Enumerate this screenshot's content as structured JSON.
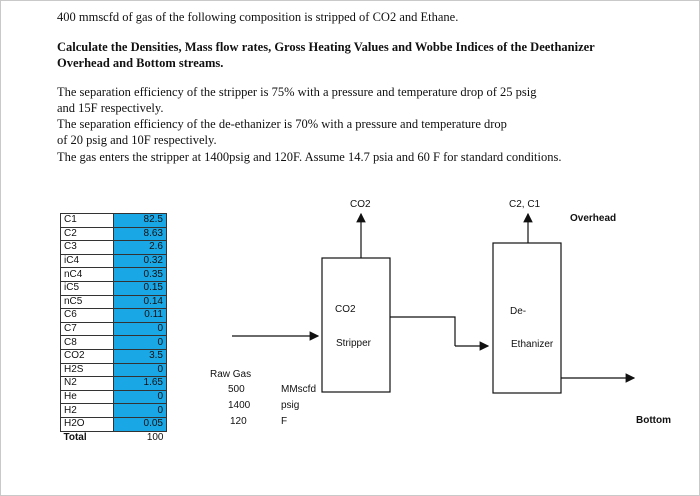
{
  "header": {
    "intro": "400 mmscfd of gas of the following composition is stripped of CO2 and Ethane.",
    "task_line1": "Calculate the Densities, Mass flow rates, Gross Heating Values and Wobbe Indices of the Deethanizer",
    "task_line2": "Overhead and Bottom streams.",
    "p1_line1": "The separation efficiency of the stripper is 75% with a pressure and temperature drop of 25 psig",
    "p1_line2": "and 15F respectively.",
    "p2_line1": "The separation efficiency of the de-ethanizer is 70% with a pressure and temperature drop",
    "p2_line2": "of 20 psig and 10F respectively.",
    "p3": "The gas enters the stripper at 1400psig and 120F. Assume 14.7 psia and 60 F for standard conditions."
  },
  "composition": {
    "rows": [
      {
        "name": "C1",
        "value": "82.5"
      },
      {
        "name": "C2",
        "value": "8.63"
      },
      {
        "name": "C3",
        "value": "2.6"
      },
      {
        "name": "iC4",
        "value": "0.32"
      },
      {
        "name": "nC4",
        "value": "0.35"
      },
      {
        "name": "iC5",
        "value": "0.15"
      },
      {
        "name": "nC5",
        "value": "0.14"
      },
      {
        "name": "C6",
        "value": "0.11"
      },
      {
        "name": "C7",
        "value": "0"
      },
      {
        "name": "C8",
        "value": "0"
      },
      {
        "name": "CO2",
        "value": "3.5"
      },
      {
        "name": "H2S",
        "value": "0"
      },
      {
        "name": "N2",
        "value": "1.65"
      },
      {
        "name": "He",
        "value": "0"
      },
      {
        "name": "H2",
        "value": "0"
      },
      {
        "name": "H2O",
        "value": "0.05"
      }
    ],
    "total_label": "Total",
    "total_value": "100",
    "highlight_color": "#1aa7e6"
  },
  "diagram": {
    "raw_gas_label": "Raw Gas",
    "flow_value": "500",
    "flow_unit": "MMscfd",
    "pressure_value": "1400",
    "pressure_unit": "psig",
    "temp_value": "120",
    "temp_unit": "F",
    "stripper_top": "CO2",
    "stripper_name_1": "CO2",
    "stripper_name_2": "Stripper",
    "deeth_top": "C2, C1",
    "deeth_name_1": "De-",
    "deeth_name_2": "Ethanizer",
    "overhead": "Overhead",
    "bottom": "Bottom"
  }
}
